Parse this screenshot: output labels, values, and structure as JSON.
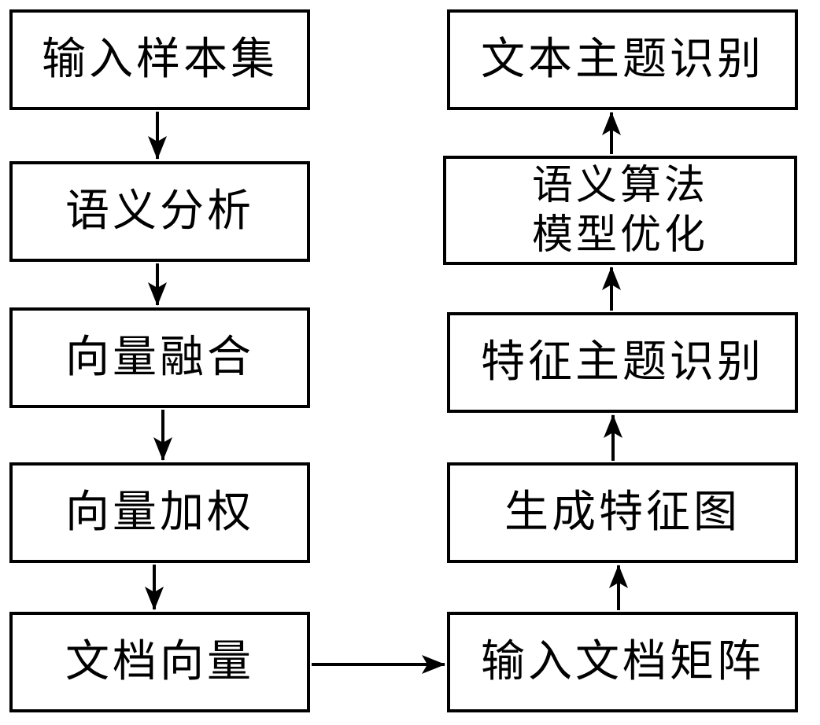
{
  "nodes": {
    "input_samples": "输入样本集",
    "semantic_analysis": "语义分析",
    "vector_fusion": "向量融合",
    "vector_weighting": "向量加权",
    "document_vector": "文档向量",
    "text_topic_recognition": "文本主题识别",
    "model_optimization": {
      "line1": "语义算法",
      "line2": "模型优化"
    },
    "feature_topic_recognition": "特征主题识别",
    "generate_feature_map": "生成特征图",
    "input_document_matrix": "输入文档矩阵"
  },
  "colors": {
    "stroke": "#000000",
    "background": "#ffffff"
  }
}
